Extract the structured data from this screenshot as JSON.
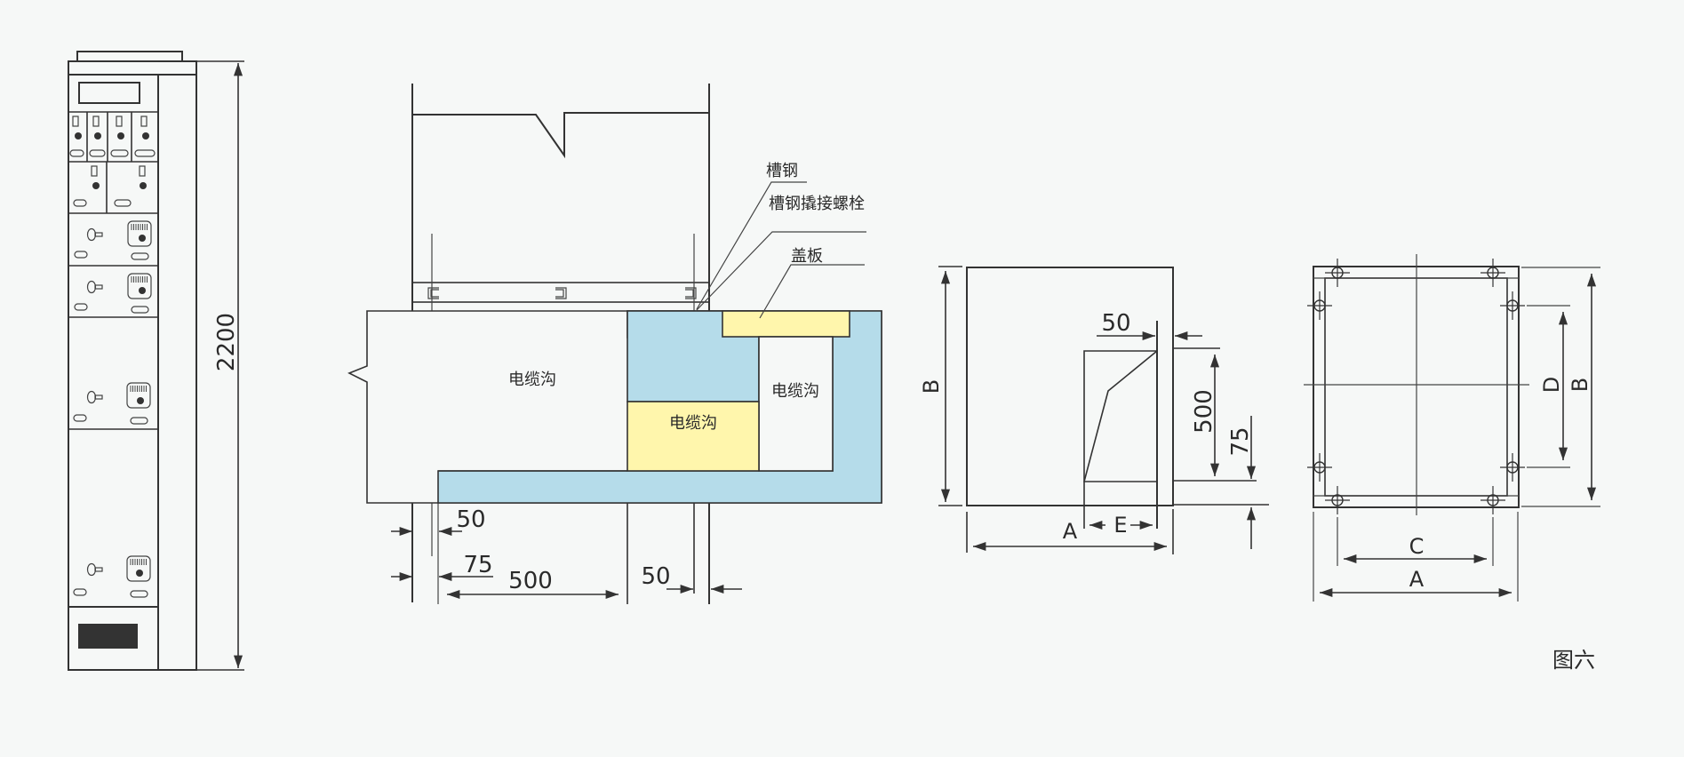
{
  "figure": {
    "caption": "图六",
    "colors": {
      "background": "#f6f8f7",
      "line": "#333333",
      "trench_blue": "#b5dcea",
      "cover_yellow": "#fff6ac"
    }
  },
  "cabinet_front_view": {
    "height_dimension": "2200"
  },
  "cable_trench_section": {
    "callouts": {
      "channel_steel": "槽钢",
      "channel_steel_bolt": "槽钢撬接螺栓",
      "cover_plate": "盖板"
    },
    "trench_labels": {
      "left": "电缆沟",
      "middle": "电缆沟",
      "right": "电缆沟"
    },
    "dimensions": {
      "left_gap": "50",
      "left_offset": "75",
      "trench_width": "500",
      "right_gap": "50"
    }
  },
  "side_section": {
    "labels": {
      "height": "B",
      "width": "A",
      "opening": "E"
    },
    "dimensions": {
      "top_gap": "50",
      "depth": "500",
      "bottom_offset": "75"
    }
  },
  "base_plan": {
    "labels": {
      "width": "A",
      "bolt_spacing_x": "C",
      "bolt_spacing_y": "D",
      "height": "B"
    }
  }
}
